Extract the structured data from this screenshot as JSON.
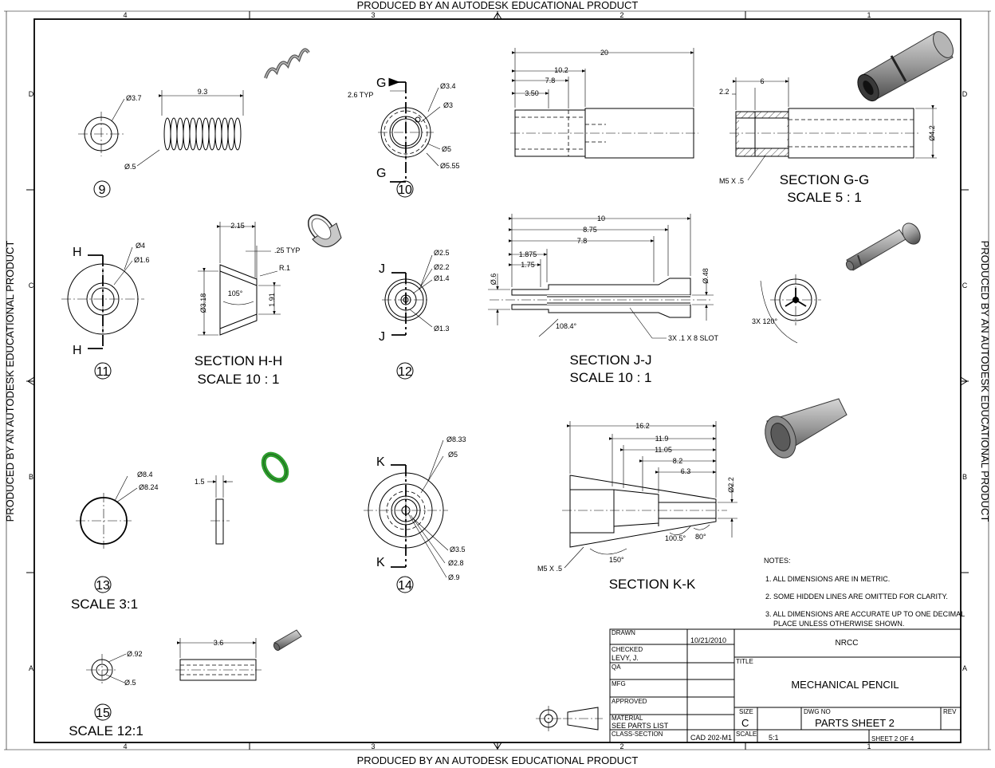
{
  "watermark": "PRODUCED BY AN AUTODESK EDUCATIONAL PRODUCT",
  "zones": {
    "columns": [
      "4",
      "3",
      "2",
      "1"
    ],
    "rows": [
      "D",
      "C",
      "B",
      "A"
    ]
  },
  "balloons": [
    "9",
    "10",
    "11",
    "12",
    "13",
    "14",
    "15"
  ],
  "sections": {
    "gg": "SECTION G-G",
    "gg_scale": "SCALE 5 : 1",
    "hh": "SECTION H-H",
    "hh_scale": "SCALE 10 : 1",
    "jj": "SECTION J-J",
    "jj_scale": "SCALE 10 : 1",
    "kk": "SECTION K-K",
    "s13_scale": "SCALE 3:1",
    "s15_scale": "SCALE 12:1"
  },
  "cut_letters": {
    "g": "G",
    "h": "H",
    "j": "J",
    "k": "K"
  },
  "dims": {
    "p9_dia": "Ø3.7",
    "p9_len": "9.3",
    "p9_wire": "Ø.5",
    "p10_typ": "2.6 TYP",
    "p10_d1": "Ø3.4",
    "p10_d2": "Ø3",
    "p10_d3": "Ø5",
    "p10_d4": "Ø5.55",
    "p10s_20": "20",
    "p10s_102": "10.2",
    "p10s_78": "7.8",
    "p10s_350": "3.50",
    "gg_6": "6",
    "gg_22": "2.2",
    "gg_42": "Ø4.2",
    "gg_m5": "M5 X .5",
    "p11_d1": "Ø4",
    "p11_d2": "Ø1.6",
    "hh_215": "2.15",
    "hh_25": ".25 TYP",
    "hh_r1": "R.1",
    "hh_318": "Ø3.18",
    "hh_191": "1.91",
    "hh_105": "105°",
    "p12_d1": "Ø2.5",
    "p12_d2": "Ø2.2",
    "p12_d3": "Ø1.4",
    "p12_d4": "Ø1.3",
    "jj_10": "10",
    "jj_875": "8.75",
    "jj_78": "7.8",
    "jj_1875": "1.875",
    "jj_175": "1.75",
    "jj_06": "Ø.6",
    "jj_048": "Ø.48",
    "jj_1084": "108.4°",
    "jj_slot": "3X .1 X 8 SLOT",
    "p13_d1": "Ø8.4",
    "p13_d2": "Ø8.24",
    "p13_15": "1.5",
    "p14_d1": "Ø8.33",
    "p14_d2": "Ø5",
    "p14_d3": "Ø3.5",
    "p14_d4": "Ø2.8",
    "p14_d5": "Ø.9",
    "kk_162": "16.2",
    "kk_119": "11.9",
    "kk_1105": "11.05",
    "kk_82": "8.2",
    "kk_63": "6.3",
    "kk_22": "Ø2.2",
    "kk_1005": "100.5°",
    "kk_80": "80°",
    "kk_150": "150°",
    "kk_m5": "M5 X .5",
    "p15_d1": "Ø.92",
    "p15_d2": "Ø.5",
    "p15_36": "3.6",
    "angle_3x": "3X 120°"
  },
  "notes": {
    "title": "NOTES:",
    "n1": "1. ALL DIMENSIONS ARE IN METRIC.",
    "n2": "2. SOME HIDDEN LINES ARE OMITTED FOR CLARITY.",
    "n3a": "3. ALL DIMENSIONS ARE ACCURATE UP TO ONE DECIMAL",
    "n3b": "PLACE UNLESS OTHERWISE SHOWN."
  },
  "title_block": {
    "drawn_label": "DRAWN",
    "date": "10/21/2010",
    "checked_label": "CHECKED",
    "checked_name": "LEVY, J.",
    "qa_label": "QA",
    "mfg_label": "MFG",
    "approved_label": "APPROVED",
    "material_label": "MATERIAL",
    "material_value": "SEE PARTS LIST",
    "class_label": "CLASS-SECTION",
    "class_value": "CAD 202-M1",
    "company": "NRCC",
    "title_label": "TITLE",
    "title_value": "MECHANICAL PENCIL",
    "size_label": "SIZE",
    "size_value": "C",
    "dwg_label": "DWG NO",
    "dwg_value": "PARTS SHEET 2",
    "rev_label": "REV",
    "scale_label": "SCALE",
    "scale_value": "5:1",
    "sheet_value": "SHEET 2  OF 4"
  },
  "colors": {
    "ink": "#000000",
    "paper": "#ffffff",
    "ring_green": "#2e9e2e",
    "part_gray": "#9a9a9a"
  }
}
